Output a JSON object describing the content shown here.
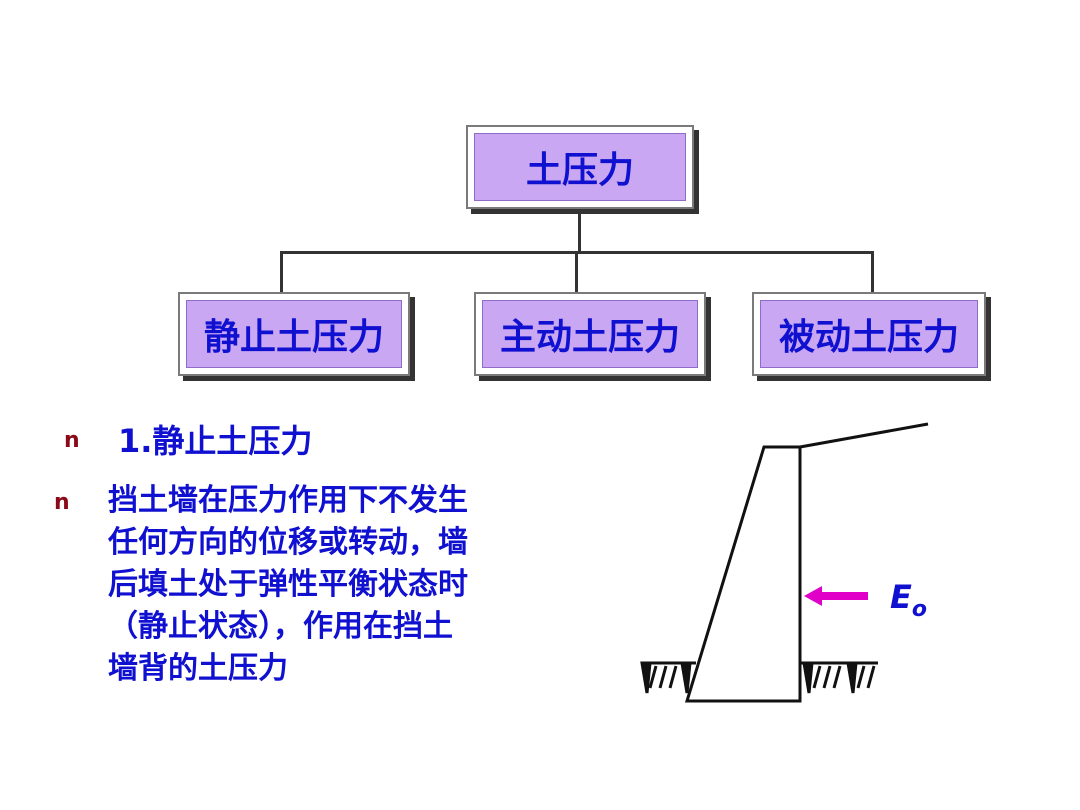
{
  "tree": {
    "root": "土压力",
    "children": [
      "静止土压力",
      "主动土压力",
      "被动土压力"
    ]
  },
  "bullets": {
    "marker": "n",
    "heading": "1.静止土压力",
    "paragraph_lines": [
      "挡土墙在压力作用下不发生",
      "任何方向的位移或转动，墙",
      "后填土处于弹性平衡状态时",
      "（静止状态），作用在挡土",
      "墙背的土压力"
    ]
  },
  "figure": {
    "force_label": "E",
    "force_subscript": "o"
  },
  "colors": {
    "text_blue": "#1010d0",
    "box_fill": "#c9a7f2",
    "bullet_red": "#8b0a1a",
    "arrow_magenta": "#e000c8"
  }
}
